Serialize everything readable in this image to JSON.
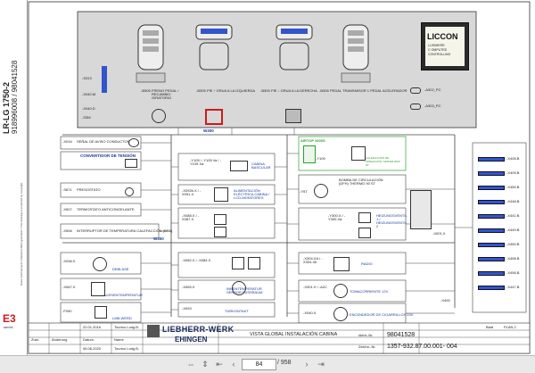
{
  "left_strip": {
    "doc_title": "LR-LG 1750-2",
    "doc_id": "918996008 / 98041528",
    "fine_text": "Diese Zeichnung ist urheberrechtlich geschützt / This drawing is protected by copyright",
    "brand_logo": "E3",
    "brand_sub": "series"
  },
  "top_panel": {
    "joystick_labels": [
      {
        "code": "-B306",
        "text": "FRENO PEDAL / RECAMBIO GIRATORIO"
      },
      {
        "code": "-B305",
        "text": "PIE ↑ GRUA A LA IZQUIERDA"
      },
      {
        "code": "-B305",
        "text": "PIE ↓ GRUA A LA DERECHA"
      },
      {
        "code": "-B305",
        "text": "PEDAL TRANSMISOR 1 PEDAL ACELERADOR"
      }
    ],
    "left_items": [
      "-S313",
      "-X040.M",
      "-X040.D",
      "-S3M"
    ],
    "liccon": {
      "title": "LICCON",
      "line1": "LI-EBHERR",
      "line2": "C·OMPUTED",
      "line3": "CONTROLLING"
    },
    "right_items": [
      "-A302_PC",
      "-A303_PC"
    ]
  },
  "bus_labels": [
    "W300",
    "W300"
  ],
  "left_column": [
    {
      "code": "-X016",
      "text": "SEÑAL DE AVISO CONDUCTOR"
    },
    {
      "code": "",
      "text": "CONVERTIDOR DE TENSIÓN"
    },
    {
      "code": "-S871",
      "text": "PRESOSTATO"
    },
    {
      "code": "-X507",
      "text": "TERMOSTATO ANTICONGELANTE"
    },
    {
      "code": "-X506",
      "text": "INTERRUPTOR DE TEMPERATURA CALEFACCIÓN (BFC)"
    },
    {
      "code": "-X036.X",
      "text": "DEBLASE"
    },
    {
      "code": "-X067.X",
      "text": "AUSSENTEMPERATUR"
    },
    {
      "code": "-F090",
      "text": "LMB-WERD"
    }
  ],
  "middle_column": [
    {
      "code": "-Y105 / -Y105 Va / -Y105 Xa",
      "text": "CABINA BASCULAR"
    },
    {
      "code": "-X092b.X / -X091.X",
      "text": "ALIMENTACIÓN ELÉCTRICA CABINA / LCD-MONITORES"
    },
    {
      "code": "-X088.X / -X087.X",
      "text": ""
    },
    {
      "code": "-X082.X / -X084.X",
      "text": ""
    },
    {
      "code": "-X065.X",
      "text": "INNENTEMPERATUR SENSOR FUSSRAUM"
    },
    {
      "code": "-X093",
      "text": "TÜRKONTAKT"
    }
  ],
  "right_column": [
    {
      "code": "-Y109",
      "text": "AIRTOP 2000S",
      "sub": "CALEFACCIÓN DE OPERACIÓN / WATER 2000 ST"
    },
    {
      "code": "-Y5T",
      "text": "BOMBA DE CIRCULACIÓN (DFH) THERMO 90 ST"
    },
    {
      "code": "-Y300.X / -Y300.Xa",
      "text": "HEIZUNGSVENTIL 1 / HEIZUNGSVENTIL 2"
    },
    {
      "code": "-X304.XA / -X304.Xb",
      "text": "RADIO"
    },
    {
      "code": "-X301.X / -A2C",
      "text": "TOMACORRIENTE 12V"
    },
    {
      "code": "-X040.X",
      "text": "ENCENDEDOR DE CIGARRILLOS 24V"
    }
  ],
  "far_right": {
    "panel_code": "-X001.X",
    "connectors": [
      "-X408.B",
      "-X409.B",
      "-X450.B",
      "-X448.B",
      "-X441.B",
      "-X449.B",
      "-X450.B",
      "-X458.B",
      "-X456.B",
      "-X447.B"
    ],
    "bottom_code": "-X400"
  },
  "title_block": {
    "rev_headers": [
      "Zust.",
      "Änderung",
      "Datum",
      "Name"
    ],
    "dates": [
      "22.01.2016",
      "06.06.2020"
    ],
    "names": [
      "Tourloo Lodg.B.",
      "Tourloo Lodg.B."
    ],
    "company_line1": "LIEBHERR-WERK",
    "company_line2": "EHINGEN",
    "sheet_title": "VISTA GLOBAL INSTALACIÓN CABINA",
    "ident_label": "Ident.-Nr.",
    "ident_no": "98041528",
    "drawing_label": "Zeichn.-Nr.",
    "drawing_no": "1357-932.87.00.001- 004",
    "blatt": "Blatt",
    "page_code": "PLAN 2"
  },
  "toolbar": {
    "page_current": "84",
    "page_total": "/ 958",
    "icons": [
      "fit-width-icon",
      "fit-page-icon",
      "first-page-icon",
      "prev-page-icon",
      "next-page-icon",
      "last-page-icon"
    ]
  },
  "colors": {
    "accent_blue": "#1a3a9a",
    "connector_blue": "#3355cc",
    "airtop_green": "#2e9e2e",
    "brand_red": "#cc1a1a"
  }
}
